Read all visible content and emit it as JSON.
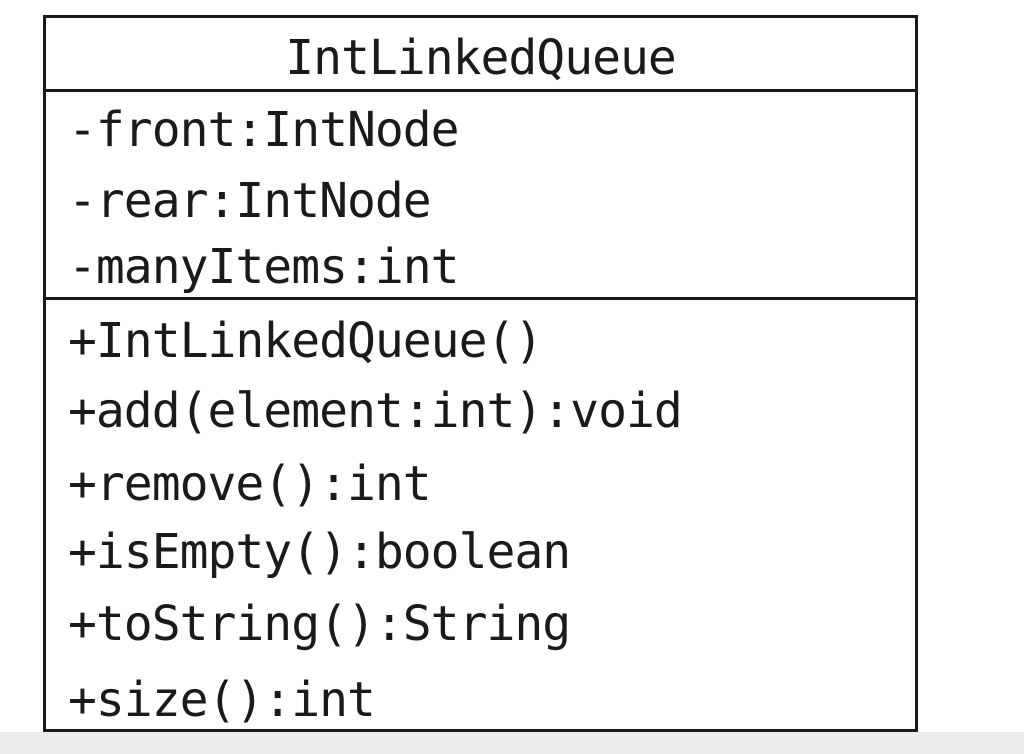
{
  "class": {
    "name": "IntLinkedQueue",
    "attributes": [
      "-front:IntNode",
      "-rear:IntNode",
      "-manyItems:int"
    ],
    "operations": [
      "+IntLinkedQueue()",
      "+add(element:int):void",
      "+remove():int",
      "+isEmpty():boolean",
      "+toString():String",
      "+size():int"
    ]
  }
}
